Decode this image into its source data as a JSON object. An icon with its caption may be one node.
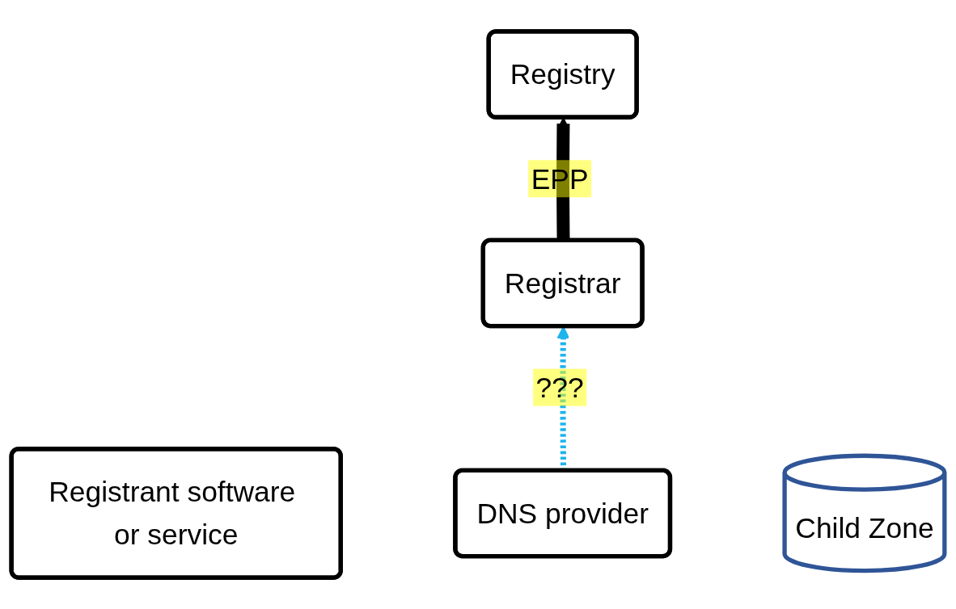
{
  "diagram": {
    "nodes": [
      {
        "text": [
          "Registry"
        ]
      },
      {
        "text": [
          "Registrar"
        ]
      },
      {
        "text": [
          "Registrant software or service"
        ]
      },
      {
        "text": [
          "DNS provider"
        ]
      },
      {
        "text": [
          "Child Zone"
        ]
      }
    ],
    "edges": [
      {
        "from": 1,
        "to": 0,
        "arrow": "to",
        "label": "EPP",
        "style": "thick"
      },
      {
        "from": 3,
        "to": 1,
        "arrow": "to",
        "label": "???",
        "style": "dashed",
        "color": "#1eb4ec"
      }
    ]
  }
}
